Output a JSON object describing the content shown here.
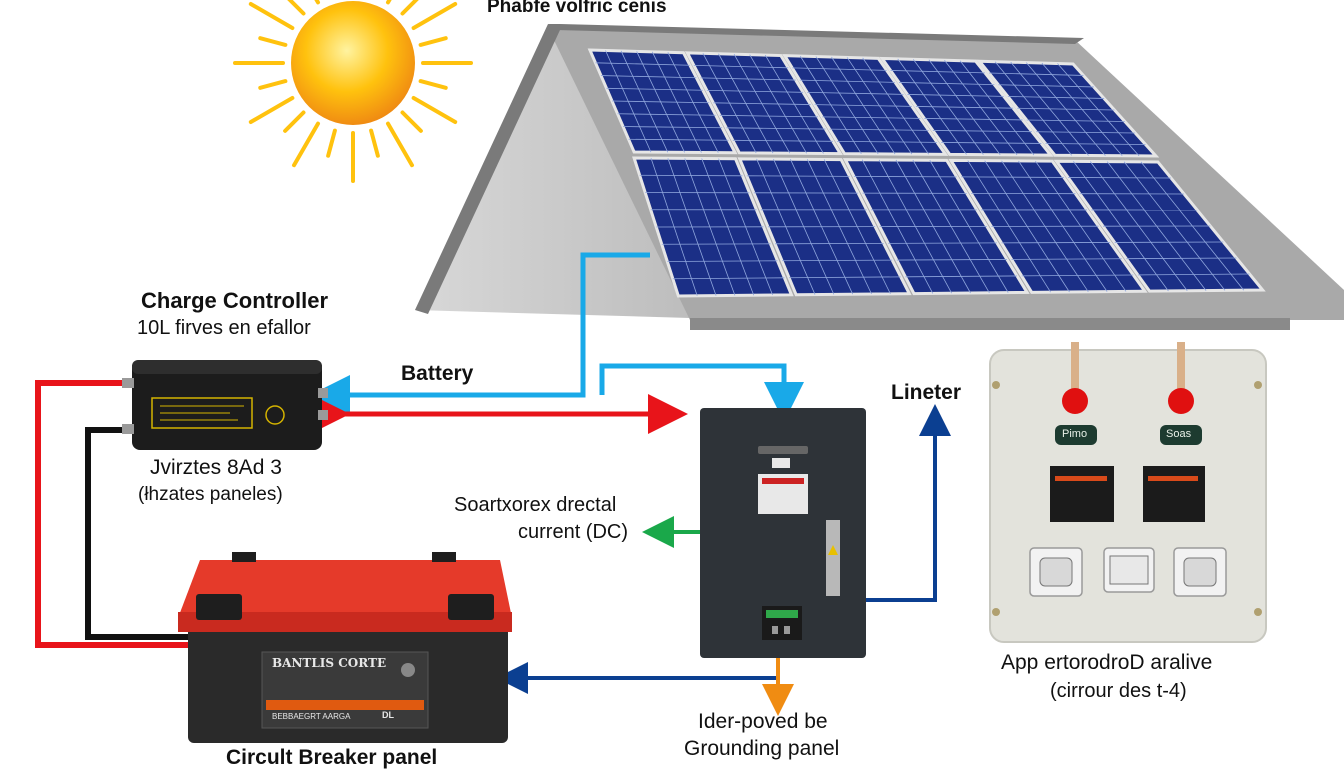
{
  "labels": {
    "top_title": "Phaɓfe volfric cenis",
    "charge_controller_title": "Charge Controller",
    "charge_controller_sub": "10L firves en efallor",
    "battery": "Battery",
    "lineter": "Lineter",
    "inverter_title": "Jvirztes 8Ad 3",
    "inverter_sub": "(łhzates paneles)",
    "dc_line1": "Soartxorex drectal",
    "dc_line2": "current (DC)",
    "breaker_title": "Circult Breaker panel",
    "grounding_line1": "Ider-poved be",
    "grounding_line2": "Grounding panel",
    "app_title": "App ertorodroD aralive",
    "app_sub": "(cirrour des t-4)"
  },
  "battery_label": {
    "brand": "BANTLIS CORTE",
    "band_text": "BEBBAEGRT AARGA",
    "small_mark": "DL"
  },
  "appliance_panel": {
    "left_tag": "Pimo",
    "right_tag": "Soas"
  },
  "colors": {
    "dc_positive": "#e8141a",
    "dc_negative": "#111111",
    "signal_light_blue": "#19a9e8",
    "output_dark_blue": "#0b3f91",
    "dc_green": "#1aa84a",
    "ground_orange": "#f08c12",
    "solar_panel": "#1b2f86",
    "roof": "#8a8a8a",
    "sun": "#ffc20e"
  }
}
